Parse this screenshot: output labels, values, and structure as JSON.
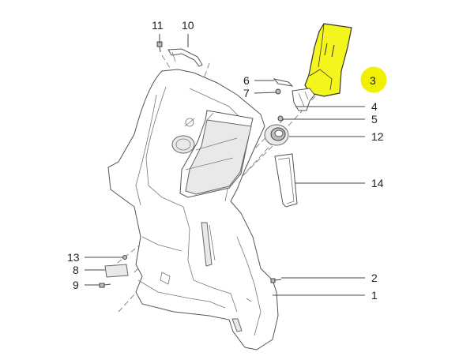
{
  "labels": {
    "p1": "1",
    "p2": "2",
    "p3": "3",
    "p4": "4",
    "p5": "5",
    "p6": "6",
    "p7": "7",
    "p8": "8",
    "p9": "9",
    "p10": "10",
    "p11": "11",
    "p12": "12",
    "p13": "13",
    "p14": "14"
  },
  "colors": {
    "highlight": "#f5f51e",
    "highlight_circle": "#f0f000",
    "line": "#444444",
    "part_fill": "#ffffff"
  }
}
